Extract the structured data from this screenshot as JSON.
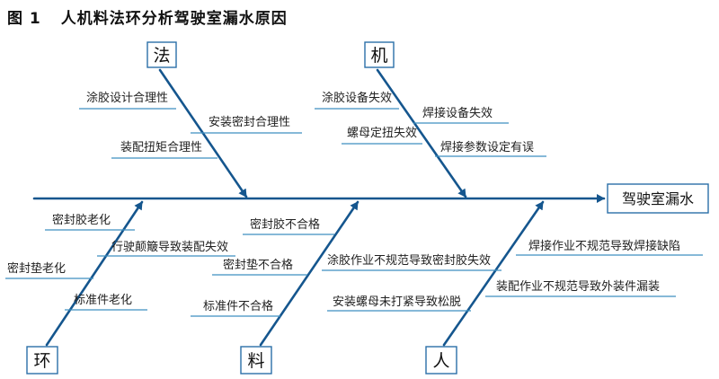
{
  "figure": {
    "number": "图 1",
    "title": "人机料法环分析驾驶室漏水原因"
  },
  "effect": "驾驶室漏水",
  "categories": {
    "fa": "法",
    "ji": "机",
    "huan": "环",
    "liao": "料",
    "ren": "人"
  },
  "causes": {
    "fa": [
      "涂胶设计合理性",
      "安装密封合理性",
      "装配扭矩合理性"
    ],
    "ji": [
      "涂胶设备失效",
      "焊接设备失效",
      "螺母定扭失效",
      "焊接参数设定有误"
    ],
    "huan": [
      "密封胶老化",
      "行驶颠簸导致装配失效",
      "密封垫老化",
      "标准件老化"
    ],
    "liao": [
      "密封胶不合格",
      "密封垫不合格",
      "标准件不合格"
    ],
    "ren": [
      "焊接作业不规范导致焊接缺陷",
      "涂胶作业不规范导致密封胶失效",
      "装配作业不规范导致外装件漏装",
      "安装螺母未打紧导致松脱"
    ]
  }
}
